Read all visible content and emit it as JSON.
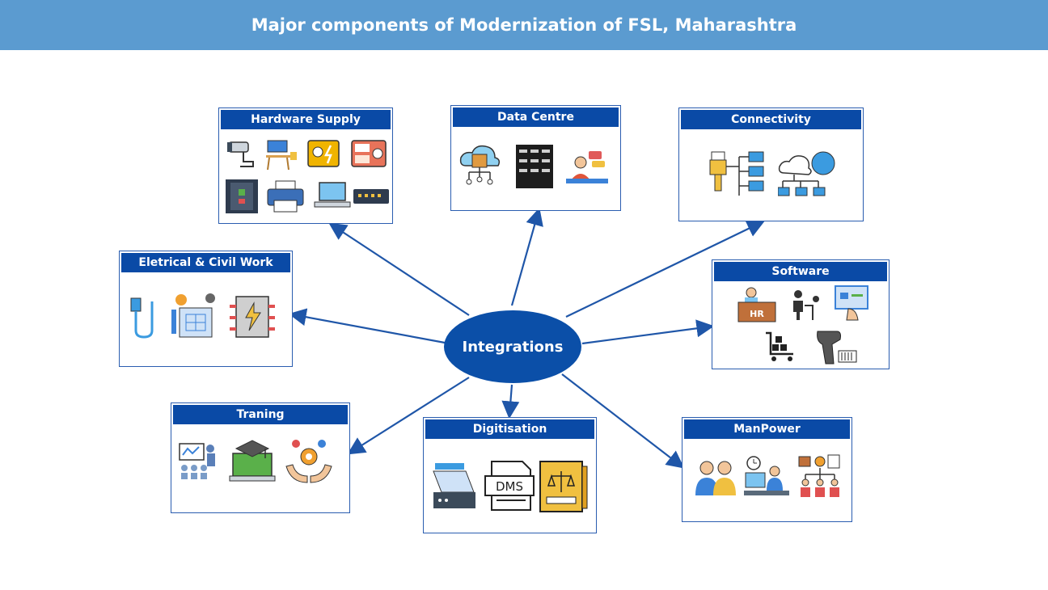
{
  "title": "Major components of Modernization of FSL, Maharashtra",
  "hub": {
    "label": "Integrations"
  },
  "components": {
    "hardware_supply": "Hardware Supply",
    "data_centre": "Data Centre",
    "connectivity": "Connectivity",
    "electrical_civil": "Eletrical & Civil Work",
    "software": "Software",
    "training": "Traning",
    "digitisation": "Digitisation",
    "manpower": "ManPower"
  },
  "icon_labels": {
    "hr": "HR",
    "dms": "DMS"
  },
  "colors": {
    "banner": "#5b9bd0",
    "header": "#0a4aa6",
    "hub": "#0b4fa8",
    "arrow": "#1f56a8"
  }
}
